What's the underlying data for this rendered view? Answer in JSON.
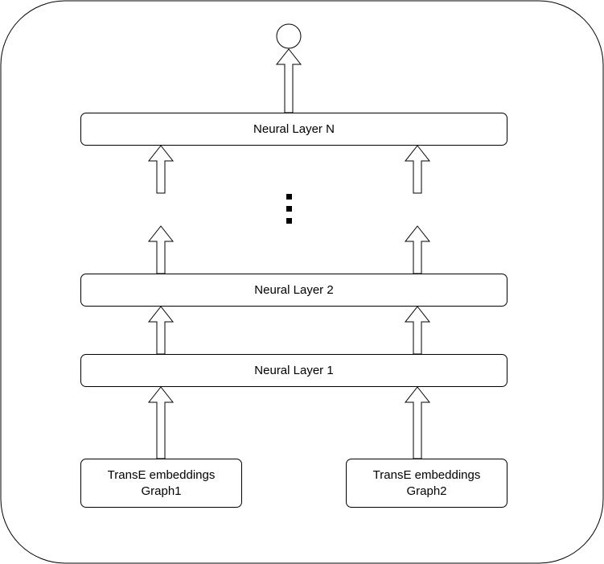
{
  "diagram": {
    "title": "",
    "layers": [
      {
        "id": "layer-n",
        "label": "Neural Layer N"
      },
      {
        "id": "layer-2",
        "label": "Neural Layer 2"
      },
      {
        "id": "layer-1",
        "label": "Neural Layer 1"
      }
    ],
    "inputs": [
      {
        "id": "graph1",
        "line1": "TransE embeddings",
        "line2": "Graph1"
      },
      {
        "id": "graph2",
        "line1": "TransE embeddings",
        "line2": "Graph2"
      }
    ],
    "ellipsis": "vertical-dots",
    "output_node": "circle",
    "colors": {
      "stroke": "#000000",
      "fill": "#ffffff",
      "text": "#000000"
    }
  }
}
